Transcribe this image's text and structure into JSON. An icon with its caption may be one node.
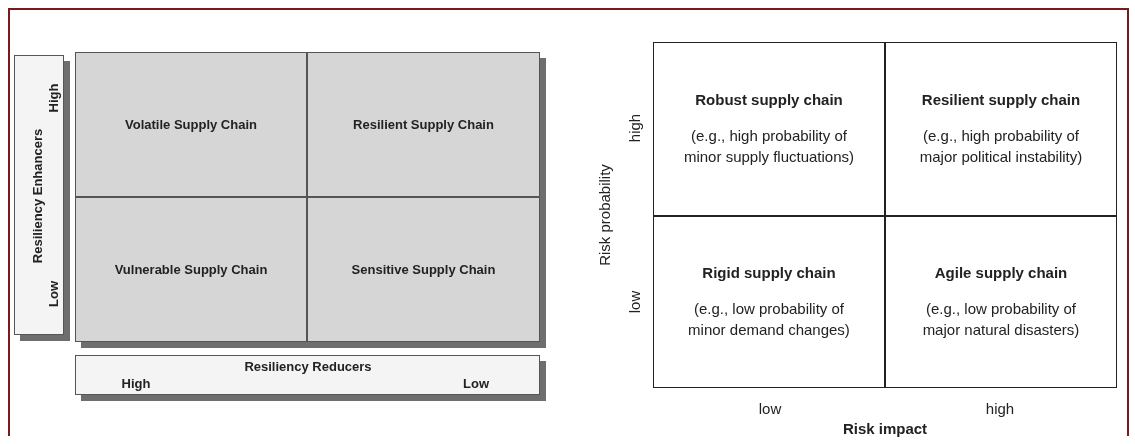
{
  "diagram": {
    "nodes": [
      {
        "text": [
          "Volatile Supply Chain"
        ]
      },
      {
        "text": [
          "Resilient Supply Chain"
        ]
      },
      {
        "text": [
          "Vulnerable Supply Chain"
        ]
      },
      {
        "text": [
          "Sensitive Supply Chain"
        ]
      },
      {
        "text": [
          "Resiliency Enhancers",
          "High",
          "Low"
        ]
      },
      {
        "text": [
          "Resiliency Reducers",
          "High",
          "Low"
        ]
      },
      {
        "text": [
          "Robust supply chain",
          "(e.g., high probability of minor supply fluctuations)"
        ]
      },
      {
        "text": [
          "Resilient supply chain",
          "(e.g., high probability of major political instability)"
        ]
      },
      {
        "text": [
          "Rigid supply chain",
          "(e.g., low probability of minor demand changes)"
        ]
      },
      {
        "text": [
          "Agile supply chain",
          "(e.g., low probability of major natural disasters)"
        ]
      }
    ],
    "edges": [],
    "labels": [
      "high",
      "Risk probability",
      "low",
      "low",
      "high",
      "Risk impact"
    ]
  }
}
